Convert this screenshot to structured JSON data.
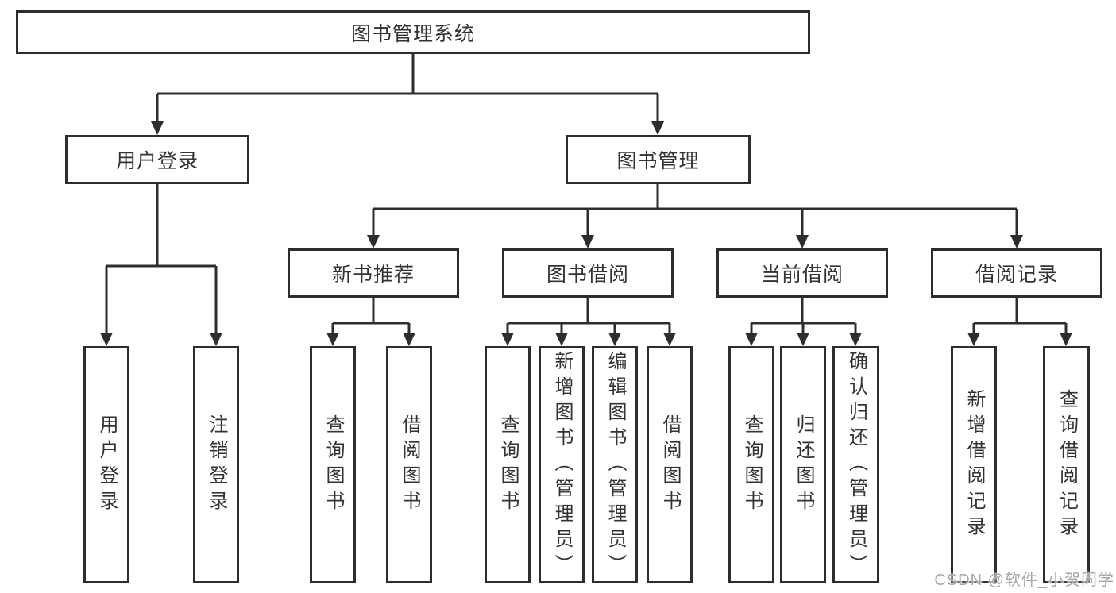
{
  "colors": {
    "background": "#ffffff",
    "line": "#2d2d2d",
    "text": "#333333",
    "watermark": "#a6a6a6"
  },
  "watermark": {
    "text": "CSDN @软件_小贺同学"
  },
  "tree": {
    "root": {
      "label": "图书管理系统"
    },
    "branches": [
      {
        "label": "用户登录",
        "children": [
          {
            "label": "用户登录"
          },
          {
            "label": "注销登录"
          }
        ]
      },
      {
        "label": "图书管理",
        "groups": [
          {
            "label": "新书推荐",
            "children": [
              {
                "label": "查询图书"
              },
              {
                "label": "借阅图书"
              }
            ]
          },
          {
            "label": "图书借阅",
            "children": [
              {
                "label": "查询图书"
              },
              {
                "label": "新增图书（管理员）"
              },
              {
                "label": "编辑图书（管理员）"
              },
              {
                "label": "借阅图书"
              }
            ]
          },
          {
            "label": "当前借阅",
            "children": [
              {
                "label": "查询图书"
              },
              {
                "label": "归还图书"
              },
              {
                "label": "确认归还（管理员）"
              }
            ]
          },
          {
            "label": "借阅记录",
            "children": [
              {
                "label": "新增借阅记录"
              },
              {
                "label": "查询借阅记录"
              }
            ]
          }
        ]
      }
    ]
  }
}
